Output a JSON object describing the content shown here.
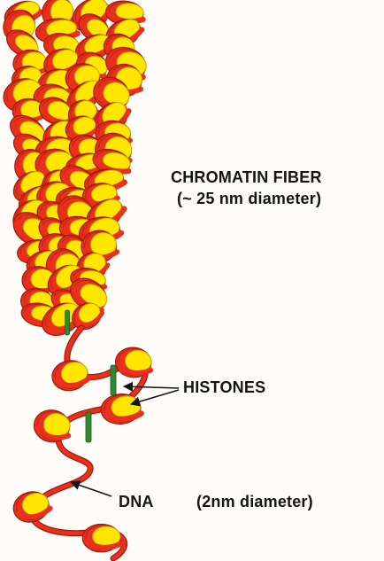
{
  "labels": {
    "fiber_title": "CHROMATIN FIBER",
    "fiber_subtitle": "(~ 25 nm diameter)",
    "histones": "HISTONES",
    "dna": "DNA",
    "dna_subtitle": "(2nm diameter)"
  },
  "colors": {
    "dna_strand": "#e8301c",
    "dna_shadow": "#9e1a0c",
    "histone_core": "#ffe600",
    "histone_edge": "#c7a600",
    "linker_histone": "#2f8a2f",
    "text": "#141414",
    "background": "#fdfcf8"
  }
}
